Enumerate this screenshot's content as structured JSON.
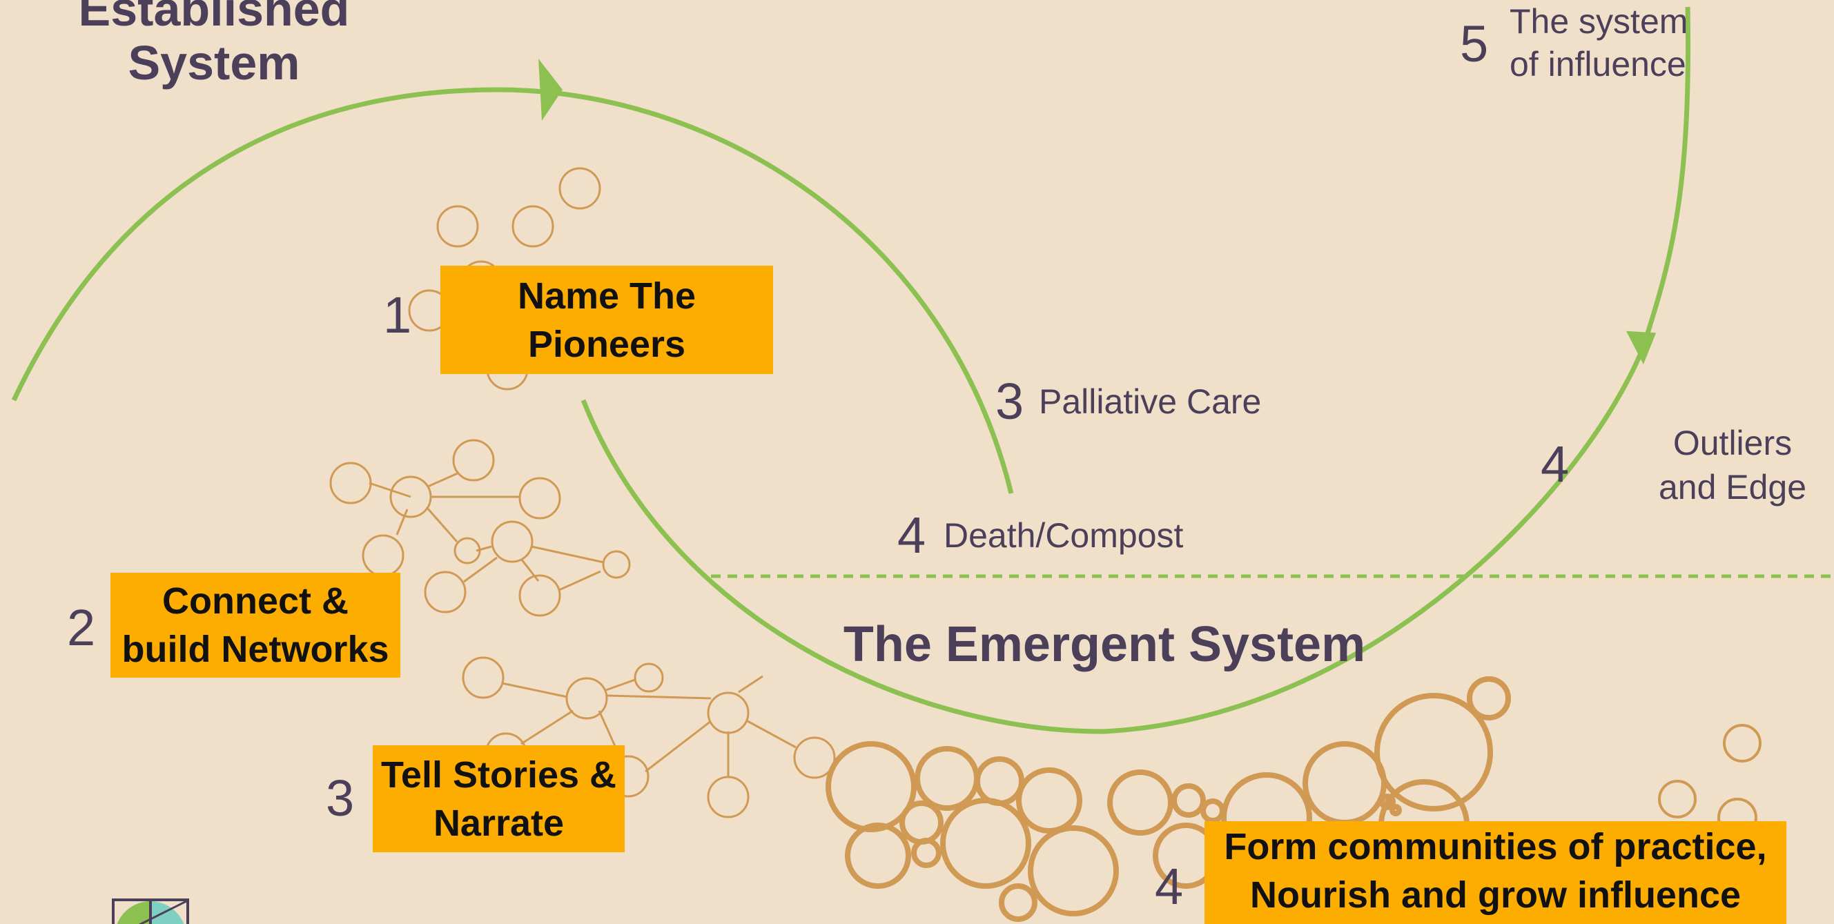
{
  "established_title": "Established\nSystem",
  "emergent_title": "The Emergent System",
  "steps": {
    "name_pioneers": {
      "num": "1",
      "label": "Name The\nPioneers"
    },
    "connect": {
      "num": "2",
      "label": "Connect &\nbuild Networks"
    },
    "stories": {
      "num": "3",
      "label": "Tell Stories &\nNarrate"
    },
    "communities": {
      "num": "4",
      "label": "Form communities of practice,\nNourish and grow influence"
    }
  },
  "annotations": {
    "palliative": {
      "num": "3",
      "label": "Palliative Care"
    },
    "death": {
      "num": "4",
      "label": "Death/Compost"
    },
    "outliers": {
      "num": "4",
      "label": "Outliers\nand Edge"
    },
    "influence": {
      "num": "5",
      "label": "The system\nof influence"
    }
  },
  "colors": {
    "background": "#f0e0ca",
    "curve": "#8cc152",
    "network": "#d09a55",
    "box": "#fdad00",
    "text": "#4b3f5a"
  }
}
